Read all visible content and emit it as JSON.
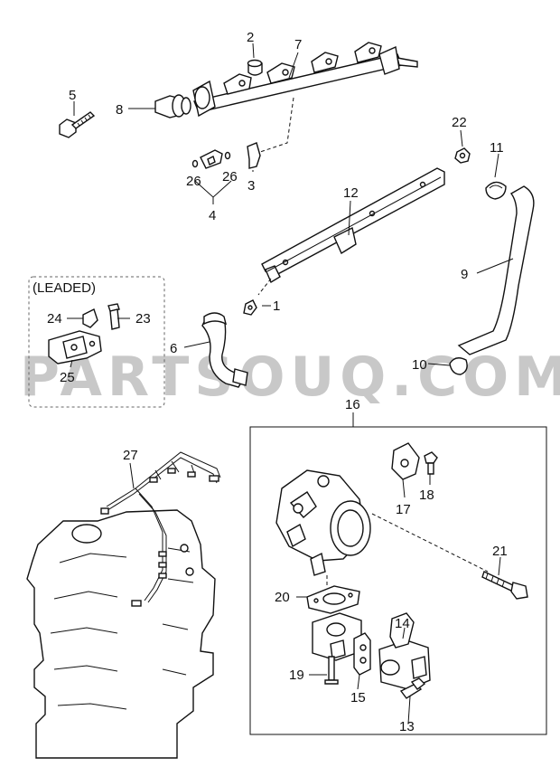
{
  "watermark": "PARTSOUQ.COM",
  "inset_title": "(LEADED)",
  "callouts": {
    "c1": "1",
    "c2": "2",
    "c3": "3",
    "c4": "4",
    "c5": "5",
    "c6": "6",
    "c7": "7",
    "c8": "8",
    "c9": "9",
    "c10": "10",
    "c11": "11",
    "c12": "12",
    "c13": "13",
    "c14": "14",
    "c15": "15",
    "c16": "16",
    "c17": "17",
    "c18": "18",
    "c19": "19",
    "c20": "20",
    "c21": "21",
    "c22": "22",
    "c23": "23",
    "c24": "24",
    "c25": "25",
    "c26a": "26",
    "c26b": "26",
    "c27": "27"
  }
}
